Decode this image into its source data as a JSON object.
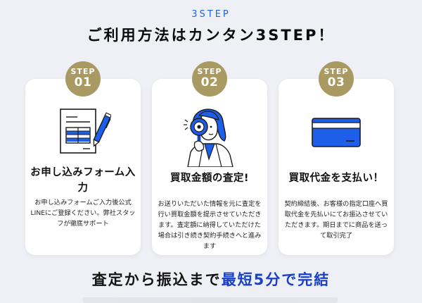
{
  "header": {
    "eyebrow": "3STEP",
    "title": "ご利用方法はカンタン3STEP！"
  },
  "colors": {
    "background": "#eff0f5",
    "accent_blue": "#1e66e6",
    "badge_gold": "#a89a62",
    "headline_blue": "#1840c8",
    "card": "#ffffff"
  },
  "steps": [
    {
      "badge_label": "STEP",
      "badge_number": "01",
      "icon": "form-document-with-pen-icon",
      "title": "お申し込みフォーム入力",
      "description": "お申し込みフォームご入力後公式LINEにご登録ください。弊社スタッフが徹底サポート"
    },
    {
      "badge_label": "STEP",
      "badge_number": "02",
      "icon": "person-with-magnifying-glass-icon",
      "title": "買取金額の査定!",
      "description": "お送りいただいた情報を元に査定を行い買取金額を提示させていただきます。査定額に納得していただけた場合は引き続き契約手続きへと進みます"
    },
    {
      "badge_label": "STEP",
      "badge_number": "03",
      "icon": "credit-card-icon",
      "title": "買取代金を支払い！",
      "description": "契約締結後、お客様の指定口座へ買取代金を先払いにてお振込させていただきます。期日までに商品を送って取引完了"
    }
  ],
  "footer": {
    "headline_prefix": "査定から振込まで",
    "headline_accent": "最短5分で完結"
  }
}
